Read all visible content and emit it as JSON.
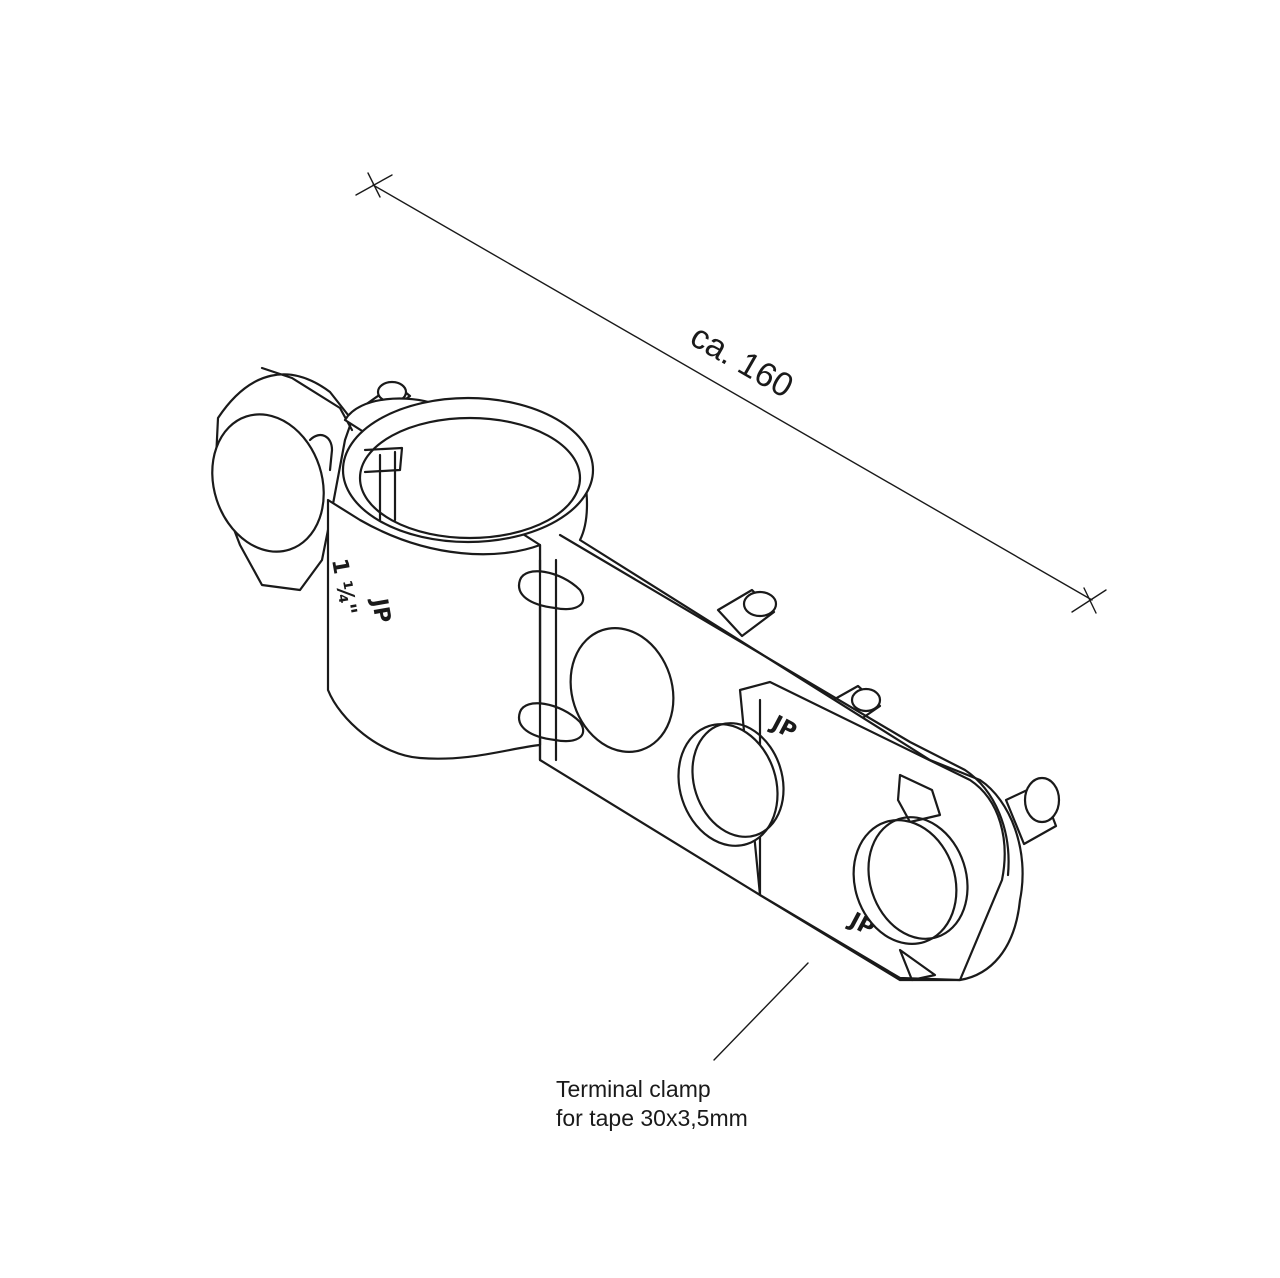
{
  "dimension": {
    "text": "ca. 160"
  },
  "callout": {
    "line1": "Terminal clamp",
    "line2": "for tape 30x3,5mm"
  },
  "marks": {
    "logo": "JP"
  }
}
